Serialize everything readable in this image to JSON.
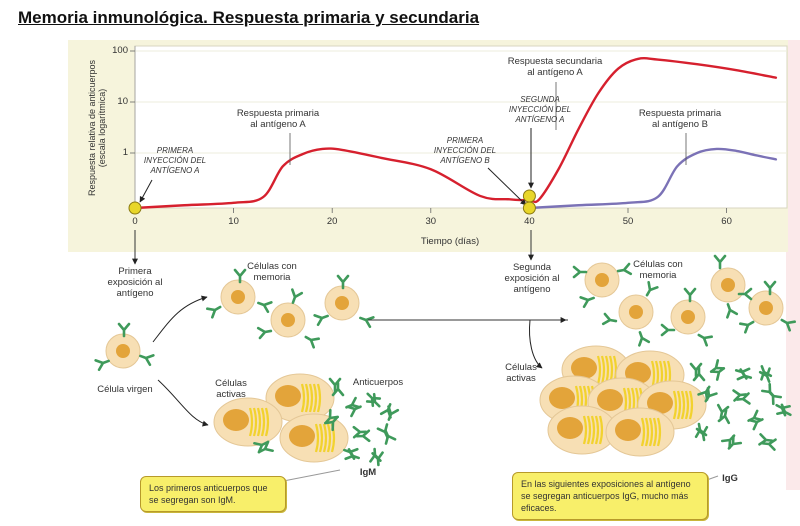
{
  "title": "Memoria inmunológica. Respuesta primaria y secundaria",
  "chart_data": {
    "type": "line",
    "title": "",
    "xlabel": "Tiempo (días)",
    "ylabel": "Respuesta relativa de anticuerpos (escala logarítmica)",
    "x_ticks": [
      0,
      10,
      20,
      30,
      40,
      50,
      60
    ],
    "y_ticks": [
      "1",
      "10",
      "100"
    ],
    "y_scale": "log",
    "xlim": [
      0,
      66
    ],
    "ylim": [
      0.1,
      120
    ],
    "series": [
      {
        "name": "Antígeno A",
        "color": "#d6202e",
        "points": [
          [
            0,
            0.1
          ],
          [
            5,
            0.11
          ],
          [
            10,
            0.14
          ],
          [
            13,
            0.25
          ],
          [
            15,
            0.55
          ],
          [
            17,
            0.95
          ],
          [
            19,
            1.2
          ],
          [
            21,
            1.15
          ],
          [
            25,
            0.8
          ],
          [
            30,
            0.48
          ],
          [
            35,
            0.28
          ],
          [
            38,
            0.2
          ],
          [
            40,
            0.18
          ],
          [
            41,
            0.2
          ],
          [
            43,
            0.5
          ],
          [
            45,
            3
          ],
          [
            47,
            15
          ],
          [
            49,
            45
          ],
          [
            51,
            70
          ],
          [
            53,
            68
          ],
          [
            57,
            55
          ],
          [
            61,
            42
          ],
          [
            65,
            30
          ]
        ]
      },
      {
        "name": "Antígeno B",
        "color": "#7b72b6",
        "points": [
          [
            40,
            0.1
          ],
          [
            45,
            0.11
          ],
          [
            50,
            0.14
          ],
          [
            53,
            0.25
          ],
          [
            55,
            0.55
          ],
          [
            57,
            1.0
          ],
          [
            59,
            1.2
          ],
          [
            61,
            1.1
          ],
          [
            63,
            0.9
          ],
          [
            65,
            0.75
          ]
        ]
      }
    ],
    "markers": [
      {
        "x": 0,
        "level": "base",
        "label": "Primera inyección del antígeno A"
      },
      {
        "x": 40,
        "level": "base",
        "label": "Primera inyección del antígeno B"
      },
      {
        "x": 40,
        "level": "above",
        "label": "Segunda inyección del antígeno A"
      }
    ],
    "annotations": [
      {
        "text_lines": [
          "PRIMERA",
          "INYECCIÓN DEL",
          "ANTÍGENO A"
        ]
      },
      {
        "text_lines": [
          "Respuesta primaria",
          "al antígeno A"
        ]
      },
      {
        "text_lines": [
          "PRIMERA",
          "INYECCIÓN DEL",
          "ANTÍGENO B"
        ]
      },
      {
        "text_lines": [
          "SEGUNDA",
          "INYECCIÓN DEL",
          "ANTÍGENO A"
        ]
      },
      {
        "text_lines": [
          "Respuesta secundaria",
          "al antígeno A"
        ]
      },
      {
        "text_lines": [
          "Respuesta primaria",
          "al antígeno B"
        ]
      }
    ],
    "grid": true,
    "legend": "none"
  },
  "diagram": {
    "first_exposure": "Primera exposición al antígeno",
    "second_exposure": "Segunda exposición al antígeno",
    "naive_cell": "Célula virgen",
    "memory_cells_1": "Células con memoria",
    "memory_cells_2": "Células con memoria",
    "active_cells_1": "Células activas",
    "active_cells_2": "Células activas",
    "antibodies": "Anticuerpos",
    "igm": "IgM",
    "igg": "IgG",
    "callout_1": "Los primeros anticuerpos que se segregan son IgM.",
    "callout_2": "En las siguientes exposiciones al antígeno se segregan anticuerpos IgG, mucho más eficaces."
  },
  "colors": {
    "series_a": "#d6202e",
    "series_b": "#7b72b6",
    "marker": "#e8d62a",
    "panel": "#f6f4dc",
    "antibody": "#3f9a5b",
    "cell_fill": "#f7dfb4",
    "nucleus": "#e3a43a",
    "callout": "#f8ef6a"
  }
}
